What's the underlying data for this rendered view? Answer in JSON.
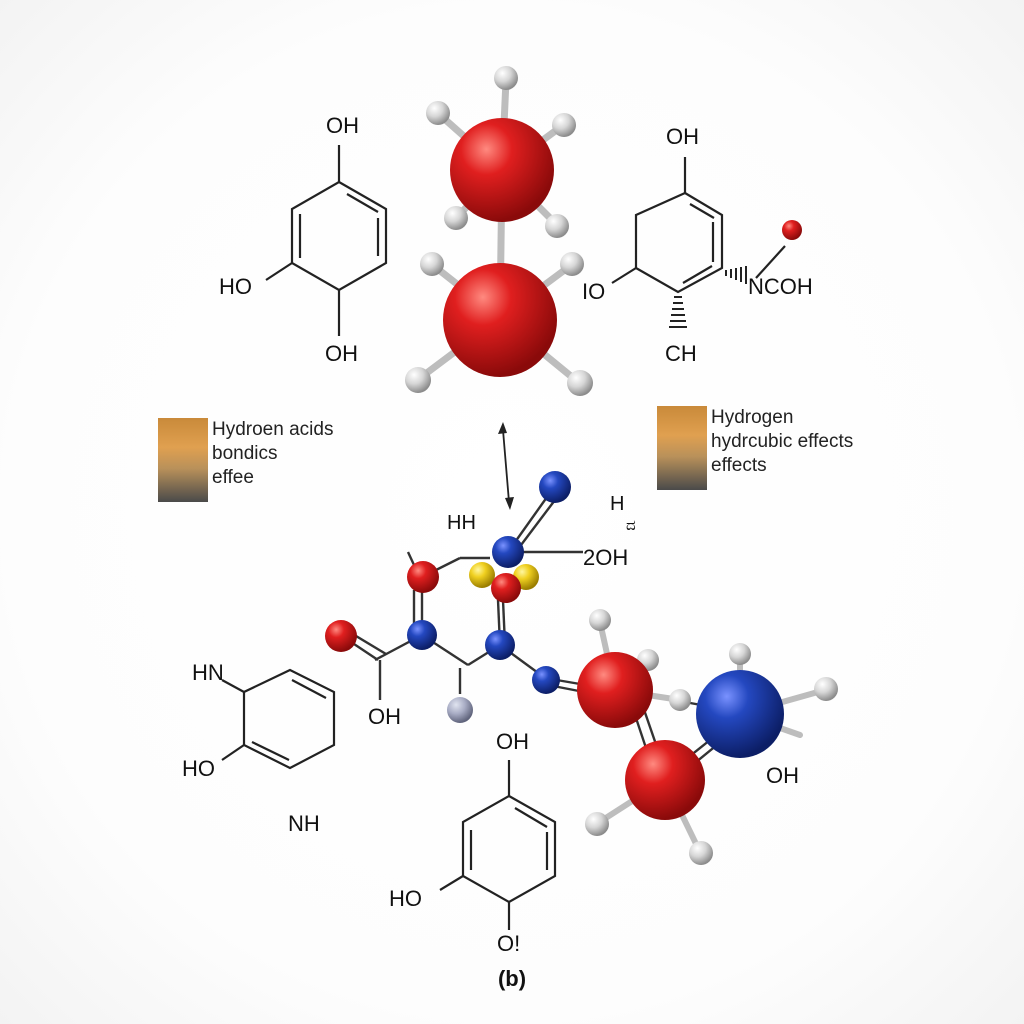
{
  "structures": {
    "top_left": {
      "oh_top": "OH",
      "ho_left": "HO",
      "oh_bottom": "OH"
    },
    "top_right": {
      "oh_top": "OH",
      "io_left": "IO",
      "ncoh": "NCOH",
      "ch": "CH"
    },
    "bottom_left": {
      "hn": "HN",
      "ho": "HO",
      "nh": "NH"
    },
    "bottom_center": {
      "oh_top": "OH",
      "ho": "HO",
      "o_bottom": "O!"
    }
  },
  "ball_model": {
    "hh": "HH",
    "h_right": "H",
    "sub_right": "ದ",
    "oh_2": "2OH",
    "oh_lower": "OH",
    "oh_far_right": "OH"
  },
  "legends": {
    "left": {
      "lines": [
        "Hydroen acids",
        "bondics",
        "effee"
      ]
    },
    "right": {
      "lines": [
        "Hydrogen",
        "hydrcubic effects",
        "effects"
      ]
    }
  },
  "caption": "(b)",
  "colors": {
    "oxygen": "#d01818",
    "nitrogen": "#1a3aa8",
    "hydrogen": "#d8d8d8",
    "sulfur": "#f0d020",
    "bond": "#222222"
  }
}
